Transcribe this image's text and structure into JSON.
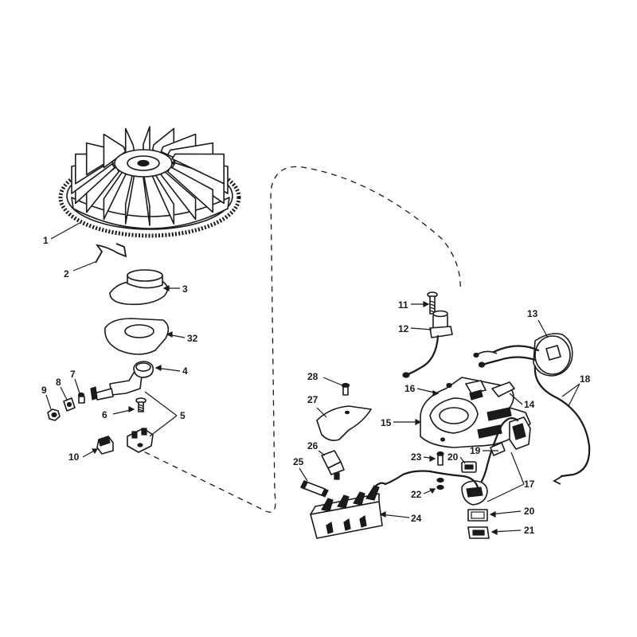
{
  "diagram": {
    "callouts": [
      {
        "id": "1",
        "label": "1"
      },
      {
        "id": "2",
        "label": "2"
      },
      {
        "id": "3",
        "label": "3"
      },
      {
        "id": "32",
        "label": "32"
      },
      {
        "id": "4",
        "label": "4"
      },
      {
        "id": "5",
        "label": "5"
      },
      {
        "id": "6",
        "label": "6"
      },
      {
        "id": "7",
        "label": "7"
      },
      {
        "id": "8",
        "label": "8"
      },
      {
        "id": "9",
        "label": "9"
      },
      {
        "id": "10",
        "label": "10"
      },
      {
        "id": "11",
        "label": "11"
      },
      {
        "id": "12",
        "label": "12"
      },
      {
        "id": "13",
        "label": "13"
      },
      {
        "id": "14",
        "label": "14"
      },
      {
        "id": "15",
        "label": "15"
      },
      {
        "id": "16",
        "label": "16"
      },
      {
        "id": "17",
        "label": "17"
      },
      {
        "id": "18",
        "label": "18"
      },
      {
        "id": "19",
        "label": "19"
      },
      {
        "id": "20a",
        "label": "20"
      },
      {
        "id": "20b",
        "label": "20"
      },
      {
        "id": "21",
        "label": "21"
      },
      {
        "id": "22",
        "label": "22"
      },
      {
        "id": "23",
        "label": "23"
      },
      {
        "id": "24",
        "label": "24"
      },
      {
        "id": "25",
        "label": "25"
      },
      {
        "id": "26",
        "label": "26"
      },
      {
        "id": "27",
        "label": "27"
      },
      {
        "id": "28",
        "label": "28"
      }
    ],
    "colors": {
      "ink": "#1a1a1a",
      "paper": "#ffffff"
    }
  }
}
